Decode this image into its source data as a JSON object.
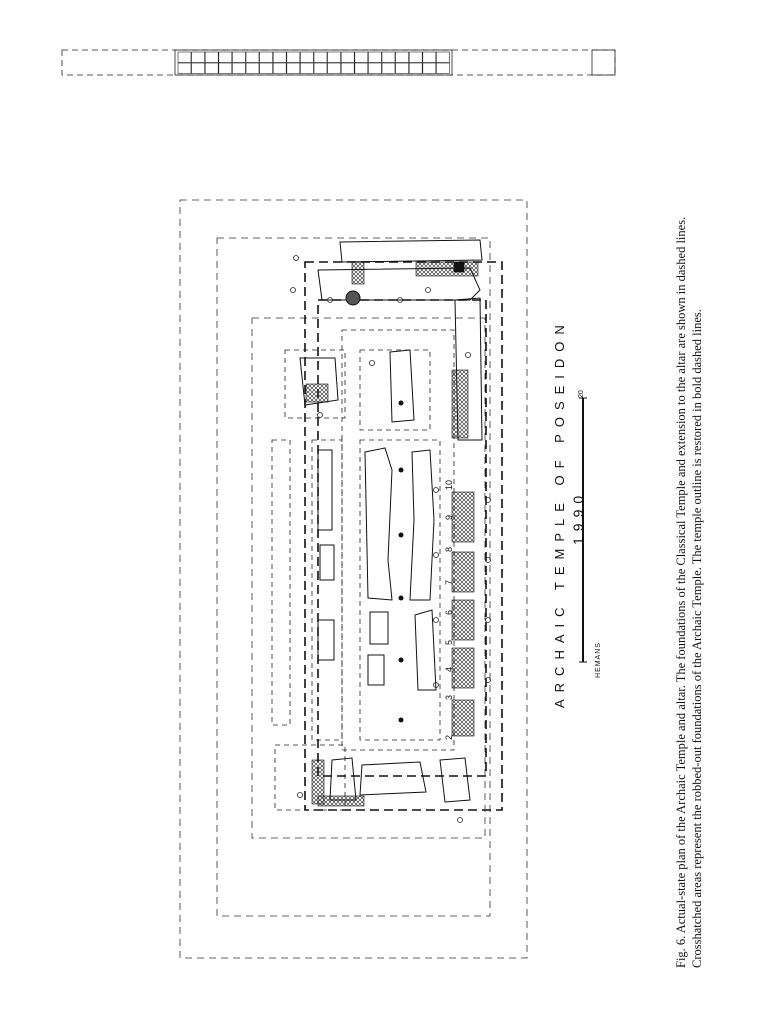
{
  "figure": {
    "title": "ARCHAIC TEMPLE OF POSEIDON",
    "year": "1990",
    "draftsman": "HEMANS",
    "scale_label": "20",
    "column_numbers": [
      "2",
      "3",
      "4",
      "5",
      "6",
      "7",
      "8",
      "9",
      "10"
    ],
    "caption_lines": [
      "Fig. 6. Actual-state plan of the Archaic Temple and altar. The foundations of the Classical Temple and extension to the altar are shown in dashed lines.",
      "Crosshatched areas represent the robbed-out foundations of the Archaic Temple. The temple outline is restored in bold dashed lines."
    ]
  }
}
